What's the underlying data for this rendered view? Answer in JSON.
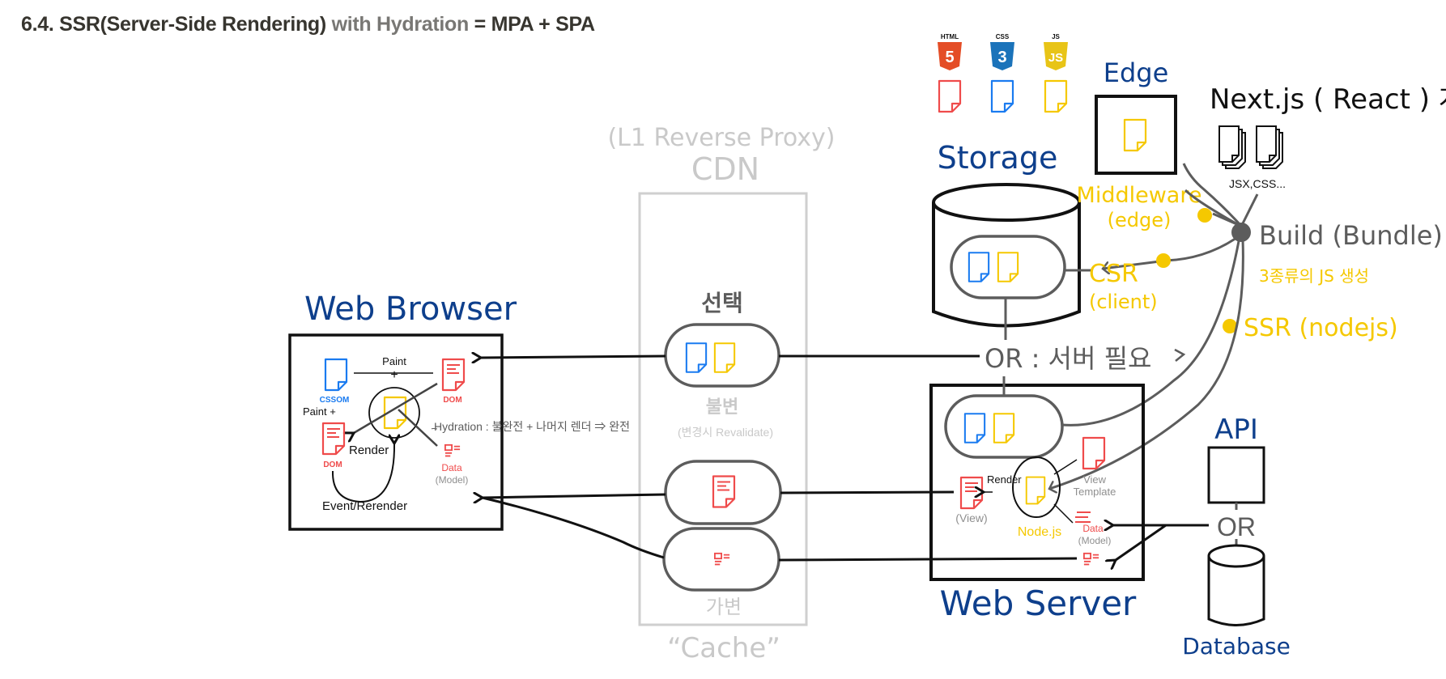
{
  "title": {
    "prefix": "6.4. SSR(Server-Side Rendering)",
    "middle": "with Hydration",
    "suffix": "= MPA + SPA"
  },
  "colors": {
    "blue_label": "#0e3f8c",
    "css_blue": "#1a7bf0",
    "js_yellow": "#f5c800",
    "html_red": "#ef4b4b",
    "line_gray": "#5c5c5c",
    "cdn_gray": "#c9c9c9"
  },
  "tech_icons": [
    {
      "name": "html5-icon",
      "label": "HTML",
      "glyph": "5"
    },
    {
      "name": "css3-icon",
      "label": "CSS",
      "glyph": "3"
    },
    {
      "name": "js-icon",
      "label": "JS",
      "glyph": "JS"
    }
  ],
  "browser": {
    "title": "Web Browser",
    "point_top": "Paint",
    "point_left": "Paint +",
    "cssom": "CSSOM",
    "dom_top": "DOM",
    "dom_bottom": "DOM",
    "render": "Render",
    "hydration": "Hydration : 불완전 + 나머지 렌더 ⇒ 완전",
    "data": "Data",
    "model": "(Model)",
    "event": "Event/Rerender"
  },
  "cdn": {
    "subtitle": "(L1 Reverse Proxy)",
    "title": "CDN",
    "select": "선택",
    "immutable": "불변",
    "revalidate": "(변경시 Revalidate)",
    "mutable": "가변",
    "cache": "“Cache”"
  },
  "storage": {
    "title": "Storage",
    "or_label": "OR : 서버 필요"
  },
  "edge": {
    "title": "Edge",
    "middleware": "Middleware",
    "middleware_sub": "(edge)"
  },
  "nextjs": {
    "title": "Next.js ( React ) 개발",
    "files": "JSX,CSS...",
    "build": "Build (Bundle)",
    "js_types": "3종류의 JS 생성",
    "csr": "CSR",
    "csr_sub": "(client)",
    "ssr": "SSR (nodejs)"
  },
  "server": {
    "title": "Web Server",
    "render": "Render",
    "view": "(View)",
    "view_template_1": "View",
    "view_template_2": "Template",
    "nodejs": "Node.js",
    "data": "Data",
    "model": "(Model)"
  },
  "api": {
    "title": "API",
    "or": "OR",
    "database": "Database"
  }
}
